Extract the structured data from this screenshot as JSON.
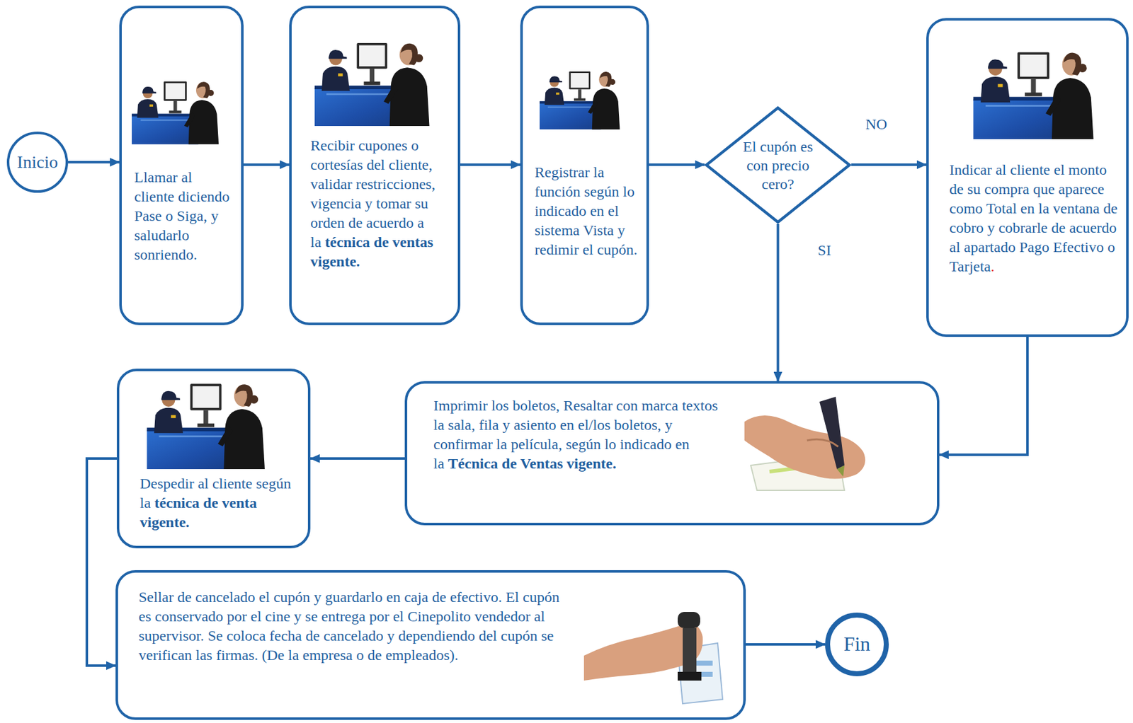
{
  "diagram": {
    "nodes": [
      {
        "text": [
          "Inicio"
        ]
      },
      {
        "text": [
          "Llamar al cliente diciendo Pase o Siga, y saludarlo sonriendo."
        ]
      },
      {
        "text": [
          "Recibir cupones o cortesías del cliente, validar restricciones, vigencia y tomar su orden de acuerdo a la",
          "técnica de ventas vigente."
        ]
      },
      {
        "text": [
          "Registrar la función según lo indicado en el sistema Vista y redimir el cupón."
        ]
      },
      {
        "text": [
          "El cupón es con precio cero?"
        ]
      },
      {
        "text": [
          "Indicar al cliente el monto de su compra que aparece como Total en la ventana de cobro y cobrarle de acuerdo al apartado Pago Efectivo o Tarjeta",
          "."
        ]
      },
      {
        "text": [
          "Imprimir los boletos, Resaltar con marca textos la sala, fila y asiento en el/los boletos, y confirmar la película, según lo indicado en la",
          "Técnica de Ventas vigente."
        ]
      },
      {
        "text": [
          "Despedir al cliente según la",
          "técnica de venta vigente."
        ]
      },
      {
        "text": [
          "Sellar de cancelado el cupón y guardarlo en caja de efectivo. El cupón es conservado por el cine y se entrega por el Cinepolito vendedor al supervisor. Se coloca fecha de cancelado y dependiendo del cupón se verifican las firmas. (De la empresa o de empleados)."
        ]
      },
      {
        "text": [
          "Fin"
        ]
      }
    ],
    "edges": [
      {
        "from": 0,
        "to": 1,
        "arrow": "to"
      },
      {
        "from": 1,
        "to": 2,
        "arrow": "to"
      },
      {
        "from": 2,
        "to": 3,
        "arrow": "to"
      },
      {
        "from": 3,
        "to": 4,
        "arrow": "to"
      },
      {
        "from": 4,
        "to": 5,
        "label": "NO",
        "arrow": "to"
      },
      {
        "from": 4,
        "to": 6,
        "label": "SI",
        "arrow": "to"
      },
      {
        "from": 5,
        "to": 6,
        "arrow": "to"
      },
      {
        "from": 6,
        "to": 7,
        "arrow": "to"
      },
      {
        "from": 7,
        "to": 8,
        "arrow": "to"
      },
      {
        "from": 8,
        "to": 9,
        "arrow": "to"
      }
    ]
  }
}
